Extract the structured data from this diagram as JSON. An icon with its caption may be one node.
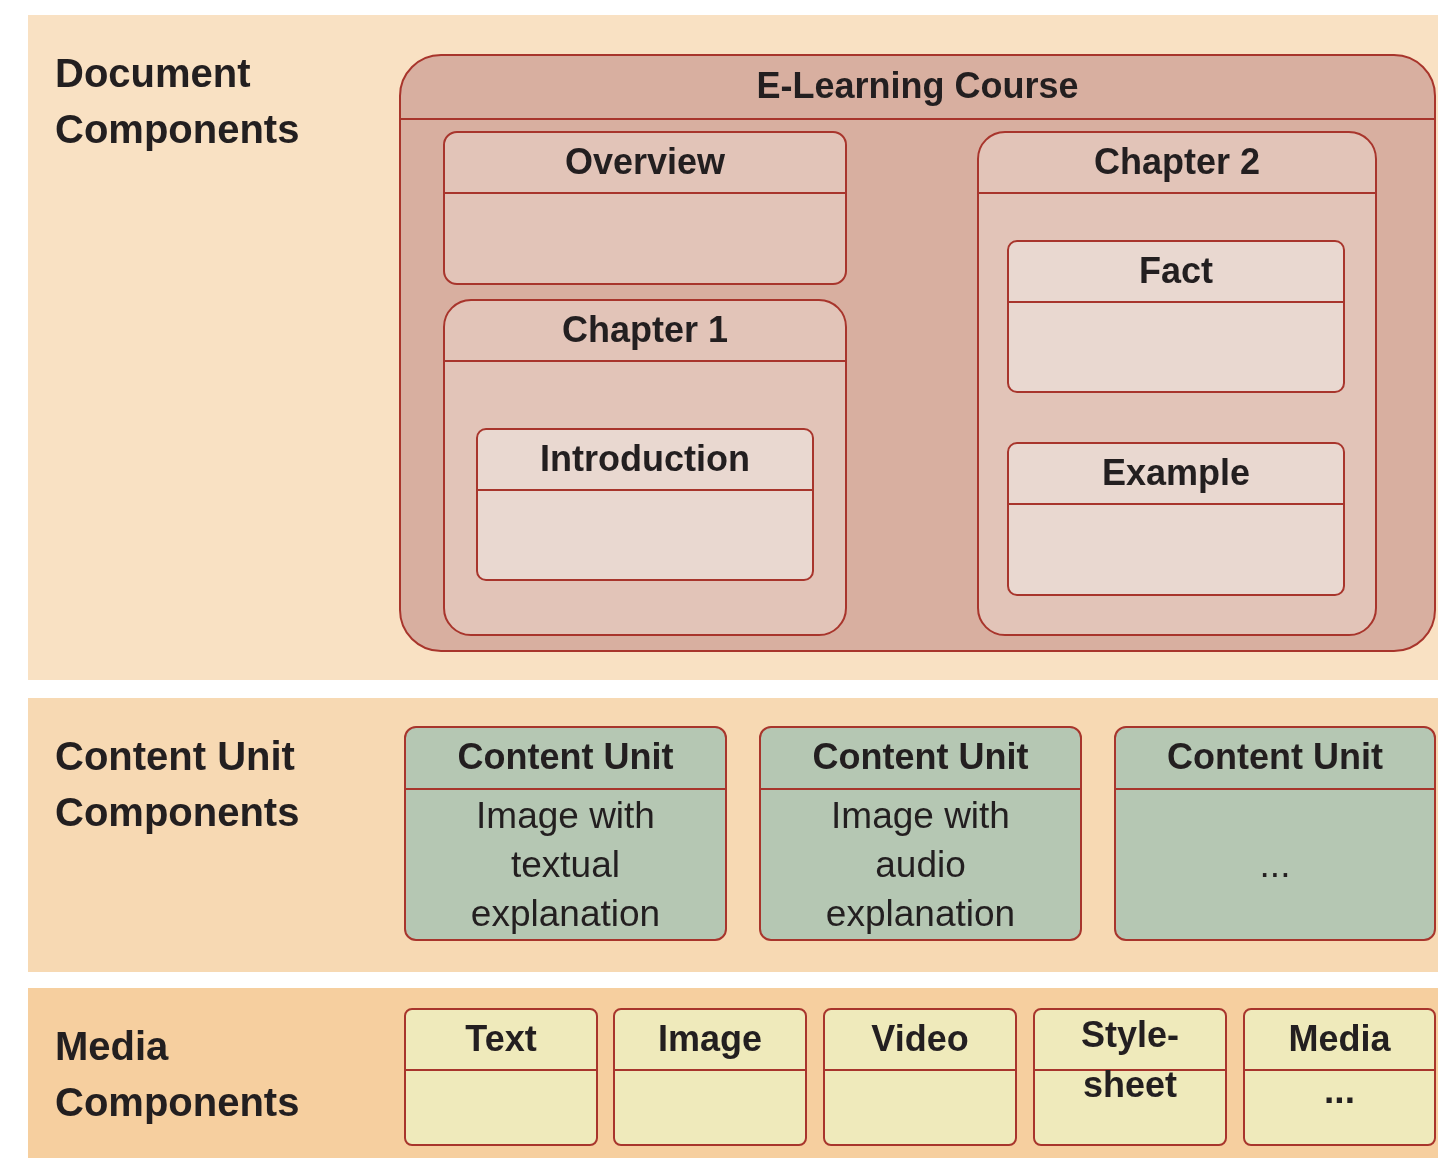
{
  "diagram": {
    "nodes": [
      {
        "text": [
          "Document Components"
        ]
      },
      {
        "text": [
          "E-Learning Course"
        ],
        "in": 0
      },
      {
        "text": [
          "Overview"
        ],
        "in": 1
      },
      {
        "text": [
          "Chapter 1"
        ],
        "in": 1
      },
      {
        "text": [
          "Introduction"
        ],
        "in": 3
      },
      {
        "text": [
          "Chapter 2"
        ],
        "in": 1
      },
      {
        "text": [
          "Fact"
        ],
        "in": 5
      },
      {
        "text": [
          "Example"
        ],
        "in": 5
      },
      {
        "text": [
          "Content Unit Components"
        ]
      },
      {
        "text": [
          "Content Unit",
          "Image with textual explanation"
        ],
        "in": 8
      },
      {
        "text": [
          "Content Unit",
          "Image with audio explanation"
        ],
        "in": 8
      },
      {
        "text": [
          "Content Unit",
          "..."
        ],
        "in": 8
      },
      {
        "text": [
          "Media Components"
        ]
      },
      {
        "text": [
          "Text"
        ],
        "in": 12
      },
      {
        "text": [
          "Image"
        ],
        "in": 12
      },
      {
        "text": [
          "Video"
        ],
        "in": 12
      },
      {
        "text": [
          "Style-sheet"
        ],
        "in": 12
      },
      {
        "text": [
          "Media",
          "..."
        ],
        "in": 12
      }
    ]
  }
}
